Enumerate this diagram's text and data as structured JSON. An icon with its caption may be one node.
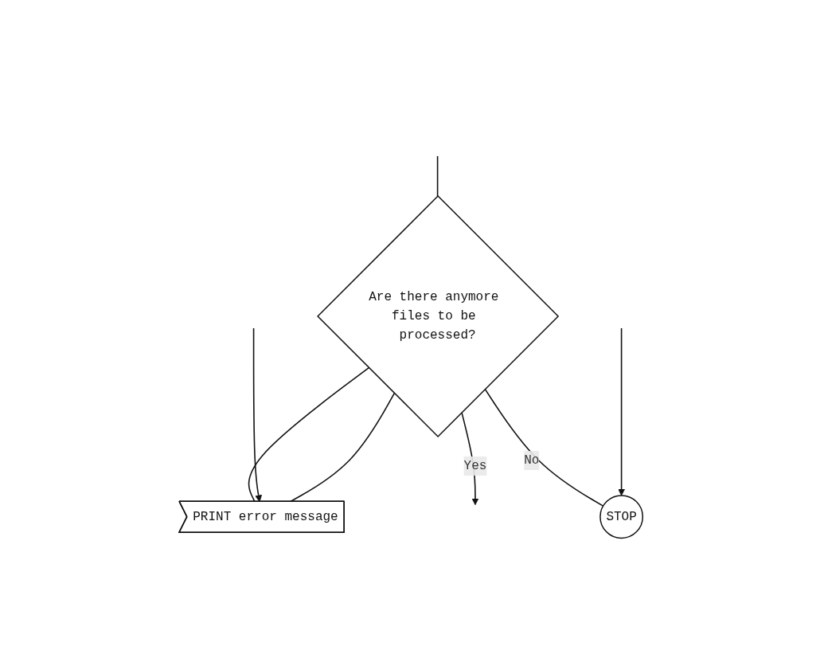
{
  "diagram": {
    "nodes": [
      {
        "text": [
          "Are there anymore files to be processed?"
        ]
      },
      {
        "text": [
          "PRINT error message"
        ]
      },
      {
        "text": [
          "STOP"
        ]
      }
    ],
    "edges": [
      {
        "from": null,
        "to": 0,
        "arrow": "none"
      },
      {
        "from": 0,
        "to": null,
        "arrow": "to",
        "label": "Yes"
      },
      {
        "from": 0,
        "to": 2,
        "arrow": "none",
        "label": "No"
      },
      {
        "from": 0,
        "to": 1,
        "arrow": "none"
      },
      {
        "from": null,
        "to": 2,
        "arrow": "to"
      },
      {
        "from": null,
        "to": 1,
        "arrow": "to"
      },
      {
        "from": 1,
        "to": 0,
        "arrow": "none"
      }
    ]
  }
}
